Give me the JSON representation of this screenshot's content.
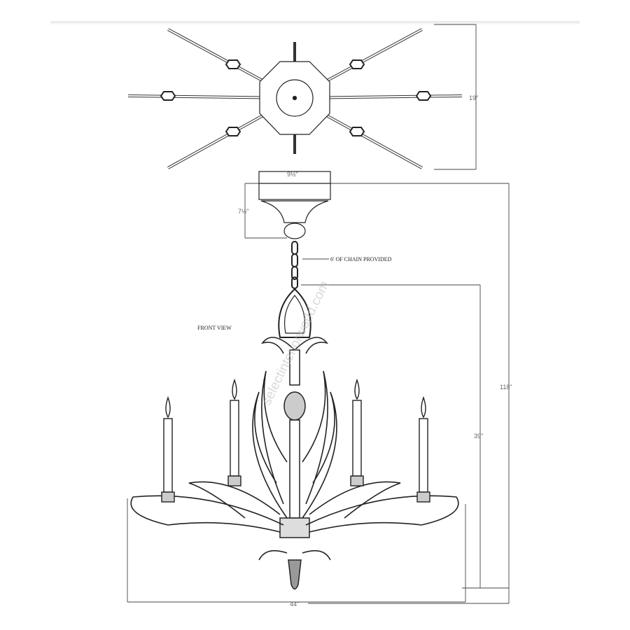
{
  "drawing": {
    "view_label": "FRONT VIEW",
    "chain_note": "6' OF CHAIN PROVIDED",
    "watermark": "selectinteriorworld.com",
    "dimensions": {
      "top_depth": "19\"",
      "canopy_width": "9½\"",
      "canopy_height": "7½\"",
      "overall_height": "118\"",
      "body_height": "39\"",
      "width": "44\""
    }
  }
}
